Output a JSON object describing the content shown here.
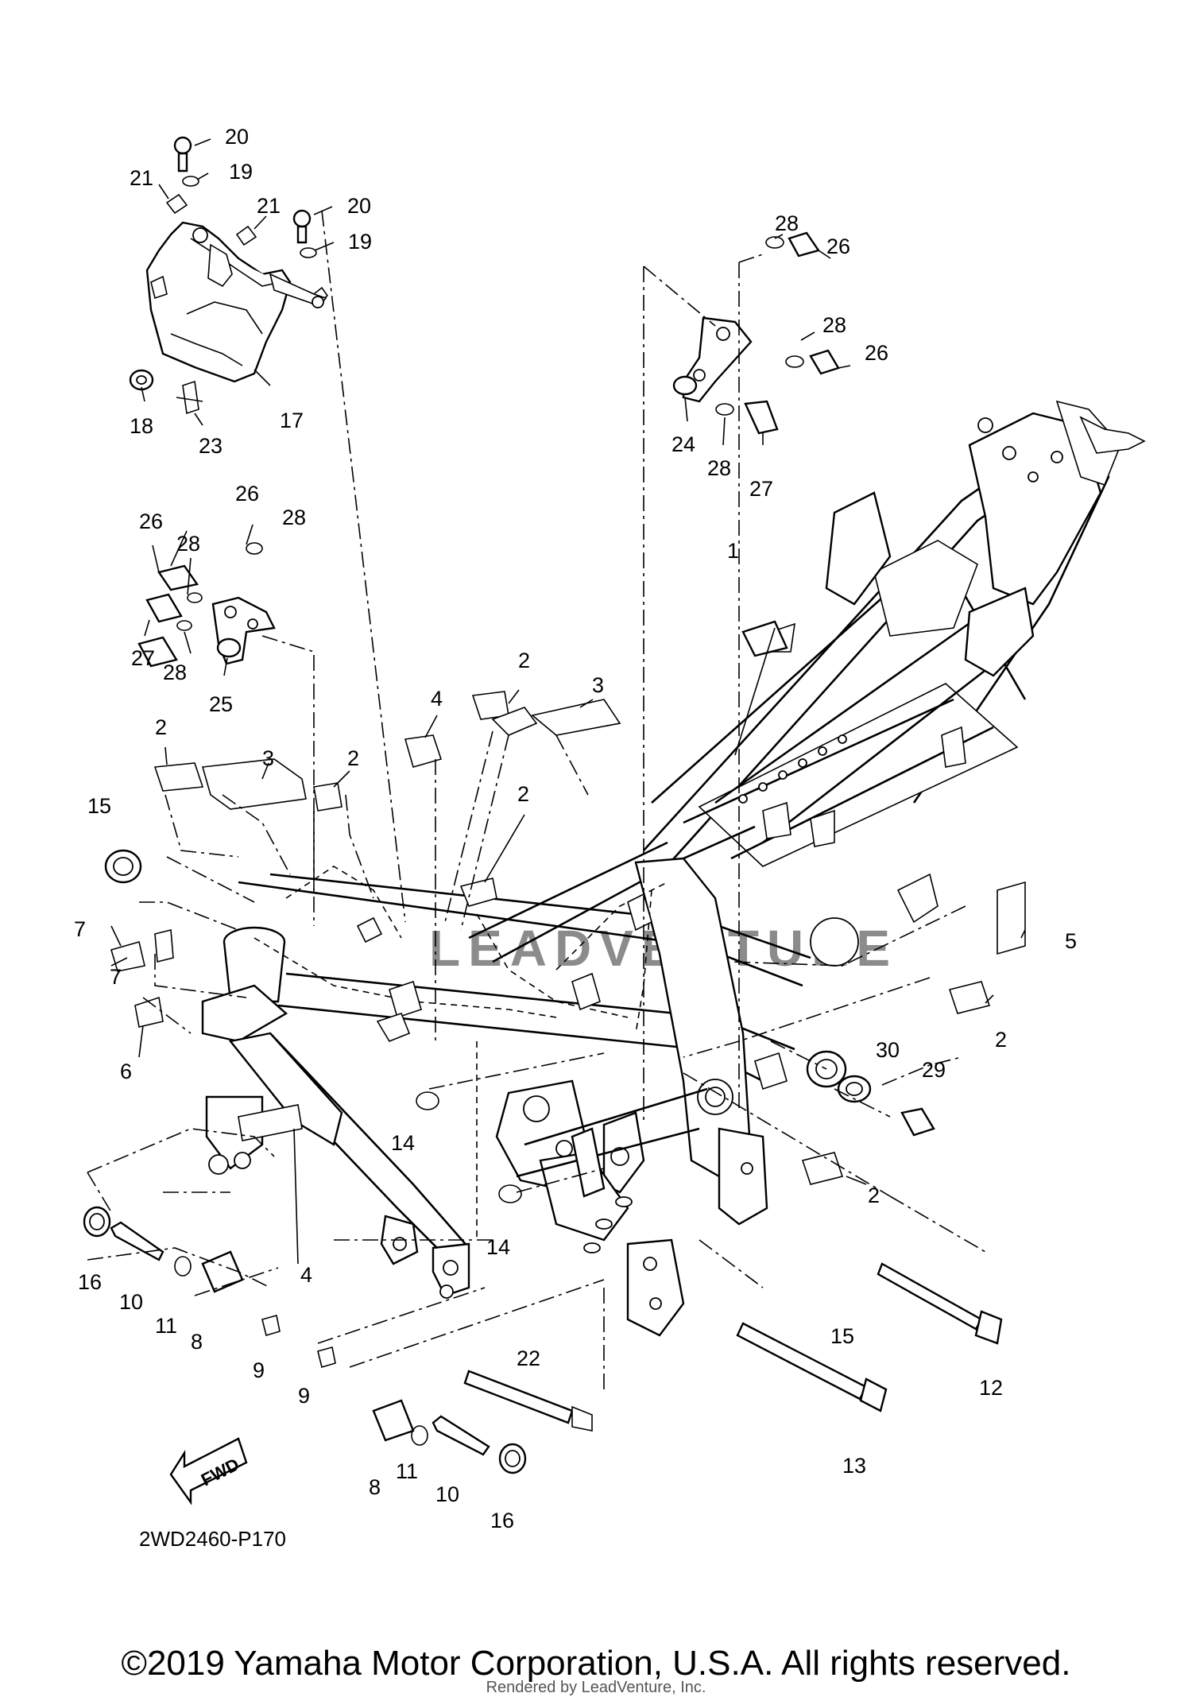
{
  "diagram": {
    "diagram_code": "2WD2460-P170",
    "fwd_label": "FWD",
    "watermark": "LEADVENTURE",
    "callouts": [
      "1",
      "2",
      "3",
      "4",
      "5",
      "6",
      "7",
      "8",
      "9",
      "10",
      "11",
      "12",
      "13",
      "14",
      "15",
      "16",
      "17",
      "18",
      "19",
      "20",
      "21",
      "22",
      "23",
      "24",
      "25",
      "26",
      "27",
      "28",
      "29",
      "30"
    ]
  },
  "footer": {
    "copyright": "©2019 Yamaha Motor Corporation, U.S.A. All rights reserved.",
    "rendered_by": "Rendered by LeadVenture, Inc."
  }
}
